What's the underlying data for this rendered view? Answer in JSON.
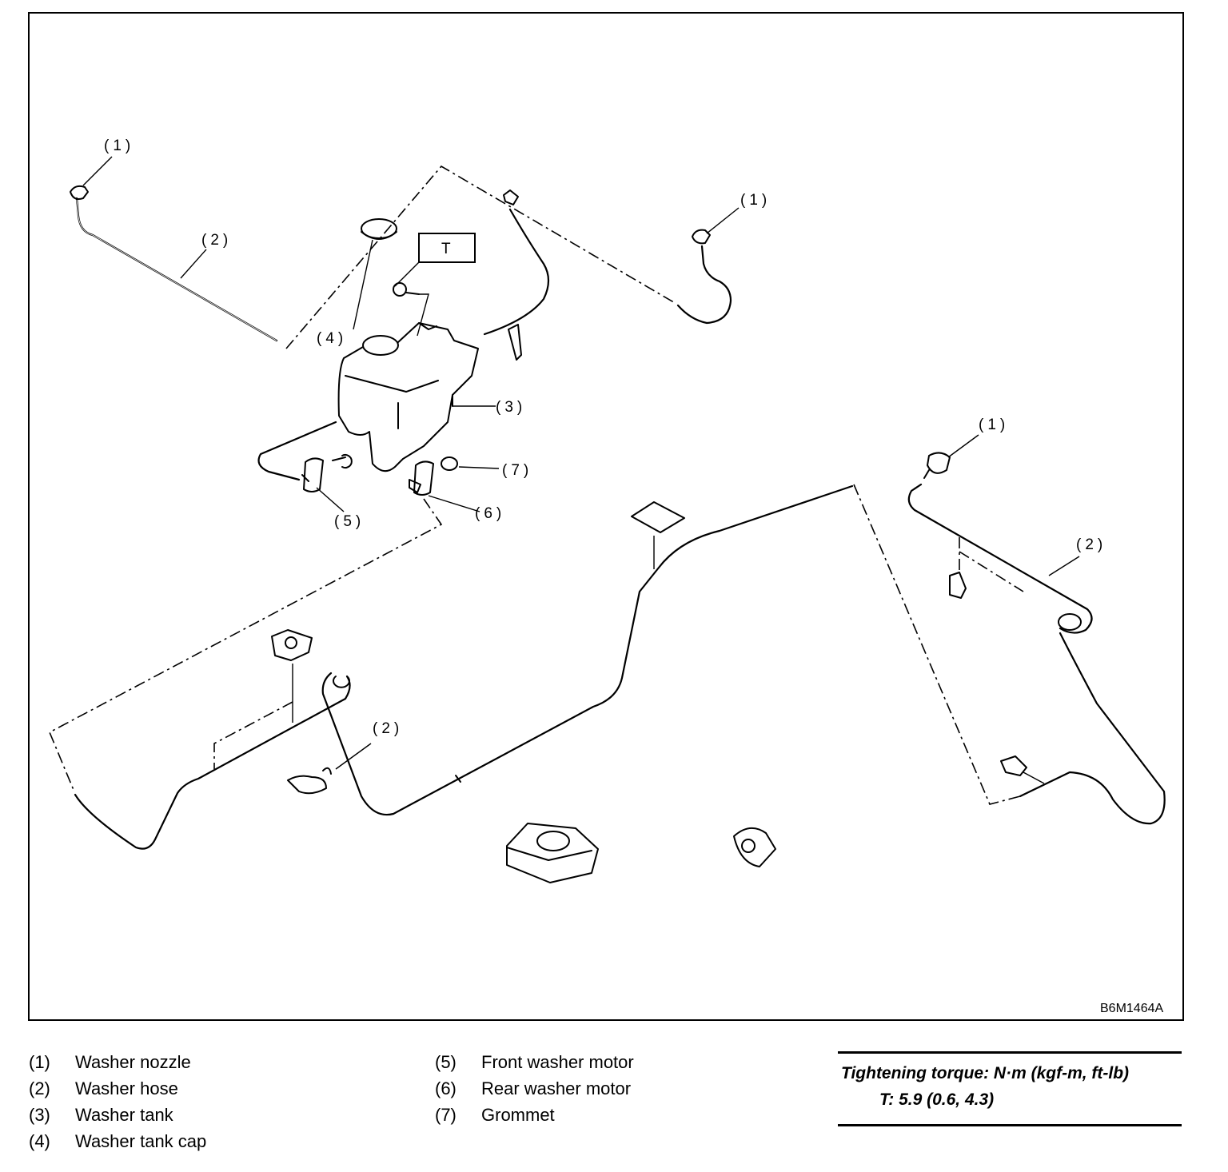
{
  "diagram": {
    "code": "B6M1464A",
    "callouts": {
      "c1a": "(1)",
      "c1b": "(1)",
      "c1c": "(1)",
      "c2a": "(2)",
      "c2b": "(2)",
      "c2c": "(2)",
      "c3": "(3)",
      "c4": "(4)",
      "c5": "(5)",
      "c6": "(6)",
      "c7": "(7)",
      "t_box": "T"
    }
  },
  "legend": {
    "left": [
      {
        "num": "(1)",
        "label": "Washer nozzle"
      },
      {
        "num": "(2)",
        "label": "Washer hose"
      },
      {
        "num": "(3)",
        "label": "Washer tank"
      },
      {
        "num": "(4)",
        "label": "Washer tank cap"
      }
    ],
    "right": [
      {
        "num": "(5)",
        "label": "Front washer motor"
      },
      {
        "num": "(6)",
        "label": "Rear washer motor"
      },
      {
        "num": "(7)",
        "label": "Grommet"
      }
    ]
  },
  "torque": {
    "heading": "Tightening torque: N·m (kgf-m, ft-lb)",
    "value": "T: 5.9 (0.6, 4.3)"
  }
}
